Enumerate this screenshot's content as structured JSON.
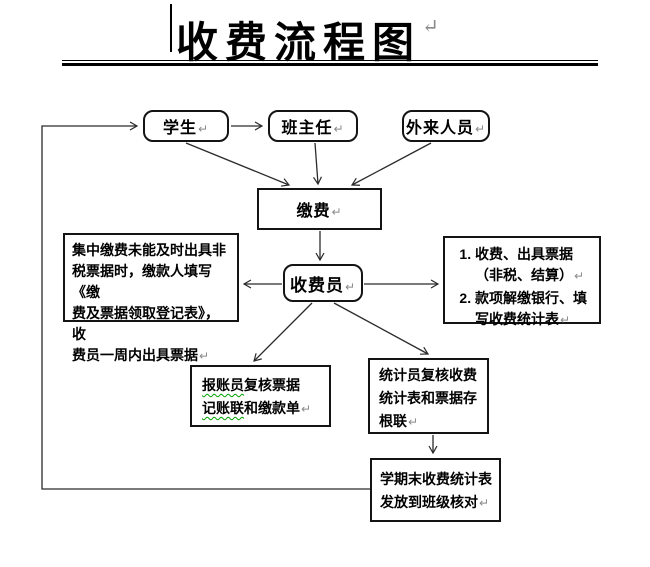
{
  "title": {
    "text": "收费流程图"
  },
  "marks": {
    "return": "↵"
  },
  "colors": {
    "ink": "#000000",
    "spellcheck": "#00a000",
    "background": "#ffffff"
  },
  "nodes": {
    "student": "学生",
    "teacher": "班主任",
    "outsider": "外来人员",
    "pay": "缴费",
    "collector": "收费员"
  },
  "boxes": {
    "left_note": {
      "lines": [
        "集中缴费未能及时出具非",
        "税票据时，缴款人填写《缴",
        "费及票据领取登记表》，收",
        "费员一周内出具票据"
      ]
    },
    "right_note": {
      "items": [
        {
          "lines": [
            "收费、出具票据",
            "（非税、结算）"
          ]
        },
        {
          "lines": [
            "款项解缴银行、填",
            "写收费统计表"
          ]
        }
      ]
    },
    "reconcile": {
      "flagged1": "报账员",
      "text1": "复核票据",
      "flagged2": "记账联",
      "text2": "和缴款单"
    },
    "statistician": {
      "lines": [
        "统计员复核收费",
        "统计表和票据存",
        "根联"
      ]
    },
    "term_end": {
      "lines": [
        "学期末收费统计表",
        "发放到班级核对"
      ]
    }
  }
}
